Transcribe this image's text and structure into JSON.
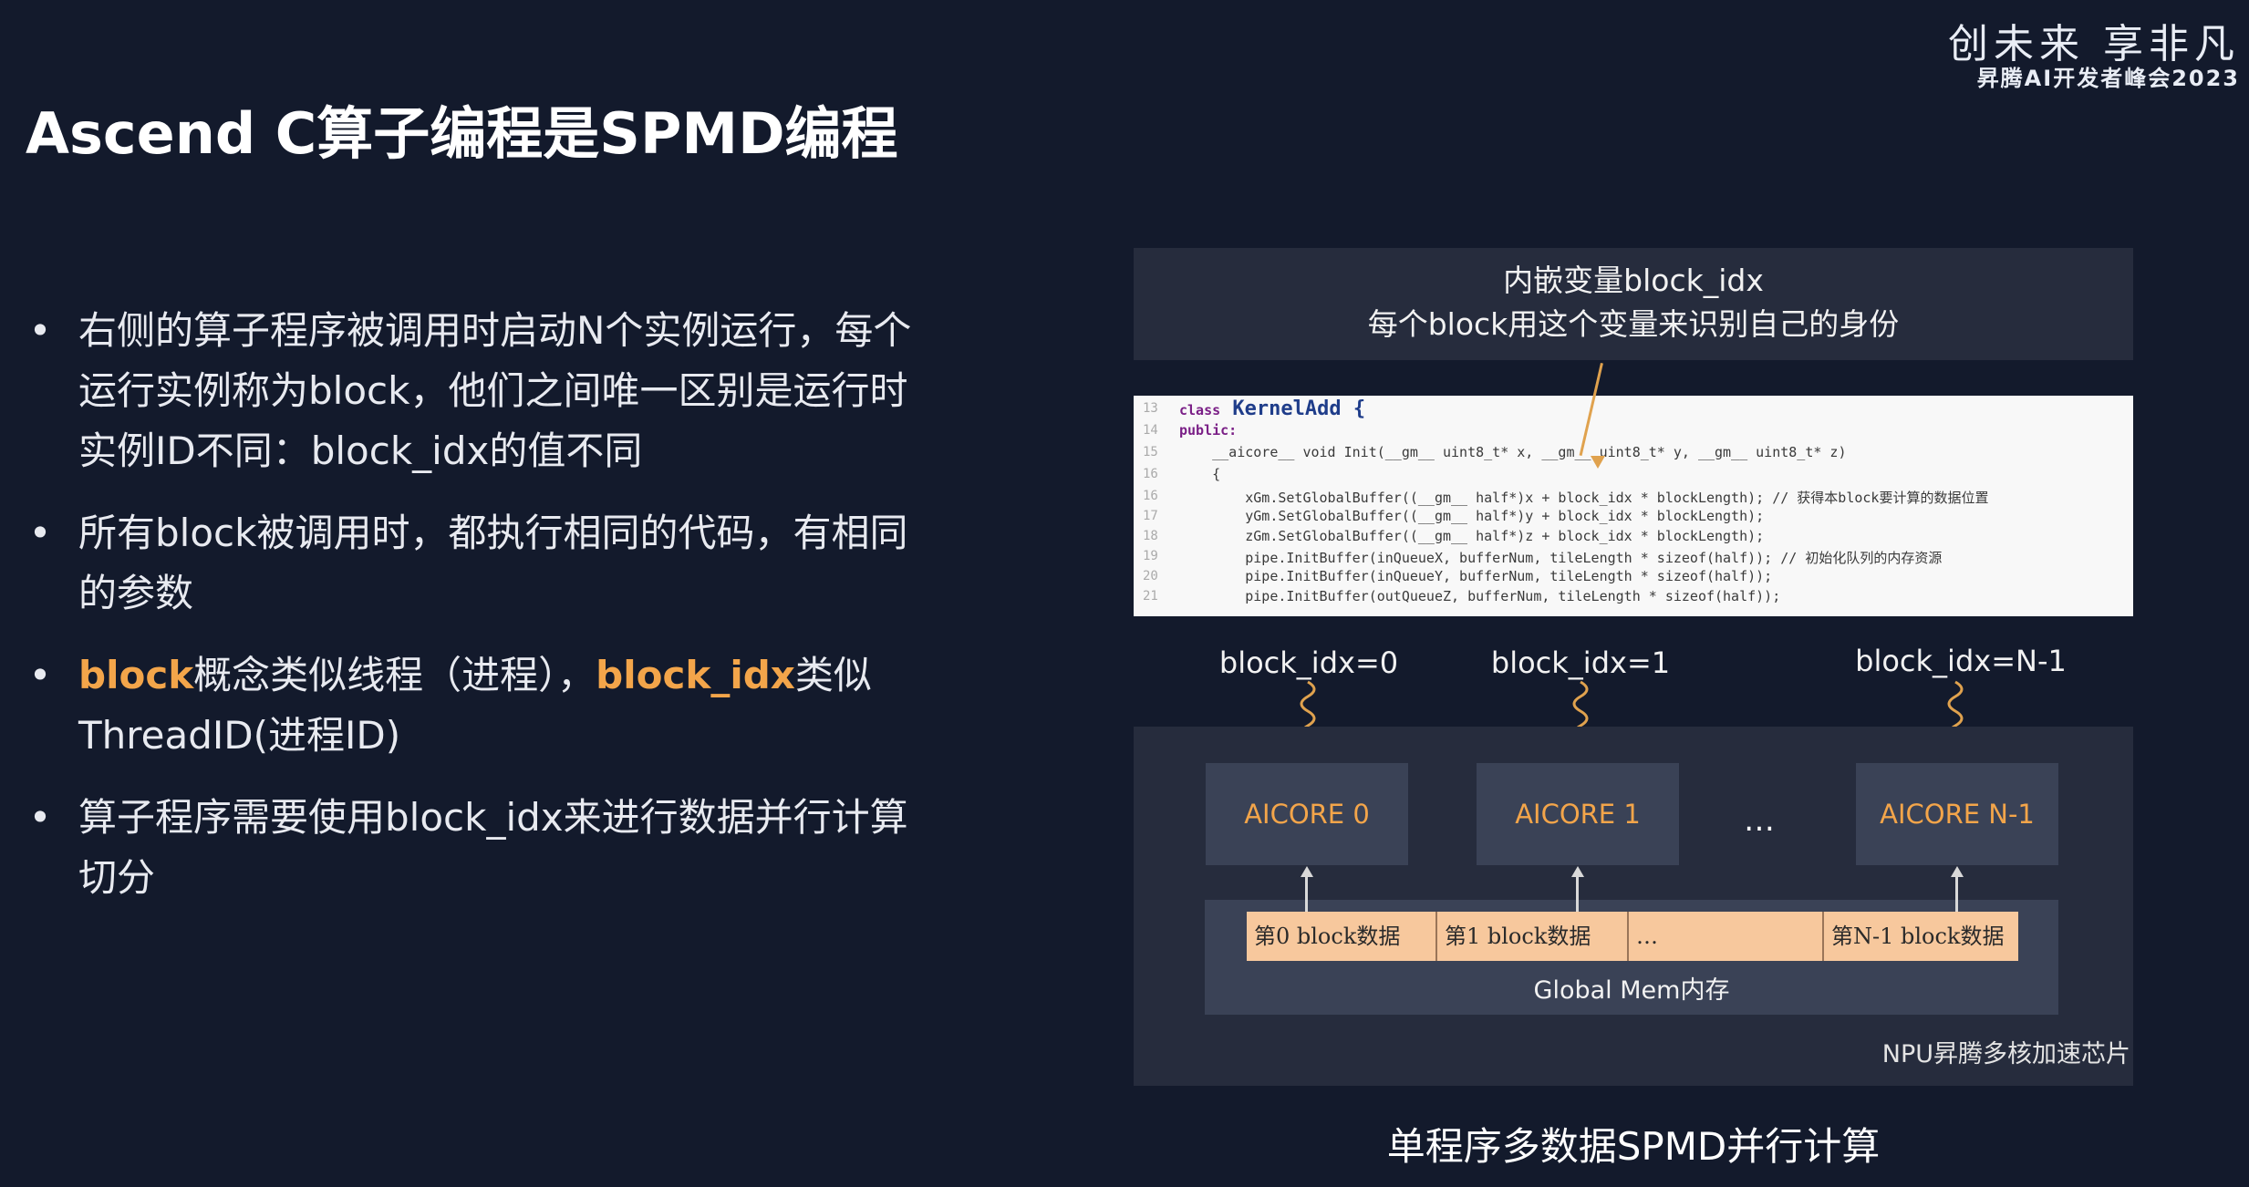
{
  "brand": {
    "line1": "创未来 享非凡",
    "line2": "昇腾AI开发者峰会2023"
  },
  "title": "Ascend C算子编程是SPMD编程",
  "bullets": {
    "b1": "右侧的算子程序被调用时启动N个实例运行，每个运行实例称为block，他们之间唯一区别是运行时实例ID不同：block_idx的值不同",
    "b2": "所有block被调用时，都执行相同的代码，有相同的参数",
    "b3_hl1": "block",
    "b3_mid": "概念类似线程（进程），",
    "b3_hl2": "block_idx",
    "b3_tail": "类似ThreadID(进程ID)",
    "b4": "算子程序需要使用block_idx来进行数据并行计算切分",
    "marker": "•"
  },
  "diagram": {
    "note_line1": "内嵌变量block_idx",
    "note_line2": "每个block用这个变量来识别自己的身份",
    "code": {
      "lines": [
        {
          "n": "13",
          "kw": "class",
          "rest": " KernelAdd {"
        },
        {
          "n": "14",
          "text": "public:"
        },
        {
          "n": "15",
          "text": "    __aicore__ void Init(__gm__ uint8_t* x, __gm__ uint8_t* y, __gm__ uint8_t* z)"
        },
        {
          "n": "16",
          "text": "    {"
        },
        {
          "n": "16",
          "text": "        xGm.SetGlobalBuffer((__gm__ half*)x + block_idx * blockLength); // 获得本block要计算的数据位置"
        },
        {
          "n": "17",
          "text": "        yGm.SetGlobalBuffer((__gm__ half*)y + block_idx * blockLength);"
        },
        {
          "n": "18",
          "text": "        zGm.SetGlobalBuffer((__gm__ half*)z + block_idx * blockLength);"
        },
        {
          "n": "19",
          "text": "        pipe.InitBuffer(inQueueX, bufferNum, tileLength * sizeof(half)); // 初始化队列的内存资源"
        },
        {
          "n": "20",
          "text": "        pipe.InitBuffer(inQueueY, bufferNum, tileLength * sizeof(half));"
        },
        {
          "n": "21",
          "text": "        pipe.InitBuffer(outQueueZ, bufferNum, tileLength * sizeof(half));"
        }
      ]
    },
    "idx_labels": [
      "block_idx=0",
      "block_idx=1",
      "block_idx=N-1"
    ],
    "cores": [
      "AICORE 0",
      "AICORE 1",
      "AICORE N-1"
    ],
    "core_ellipsis": "…",
    "mem_cells": [
      "第0 block数据",
      "第1 block数据",
      "…",
      "第N-1 block数据"
    ],
    "mem_label": "Global Mem内存",
    "npu_label": "NPU昇腾多核加速芯片",
    "caption": "单程序多数据SPMD并行计算"
  }
}
